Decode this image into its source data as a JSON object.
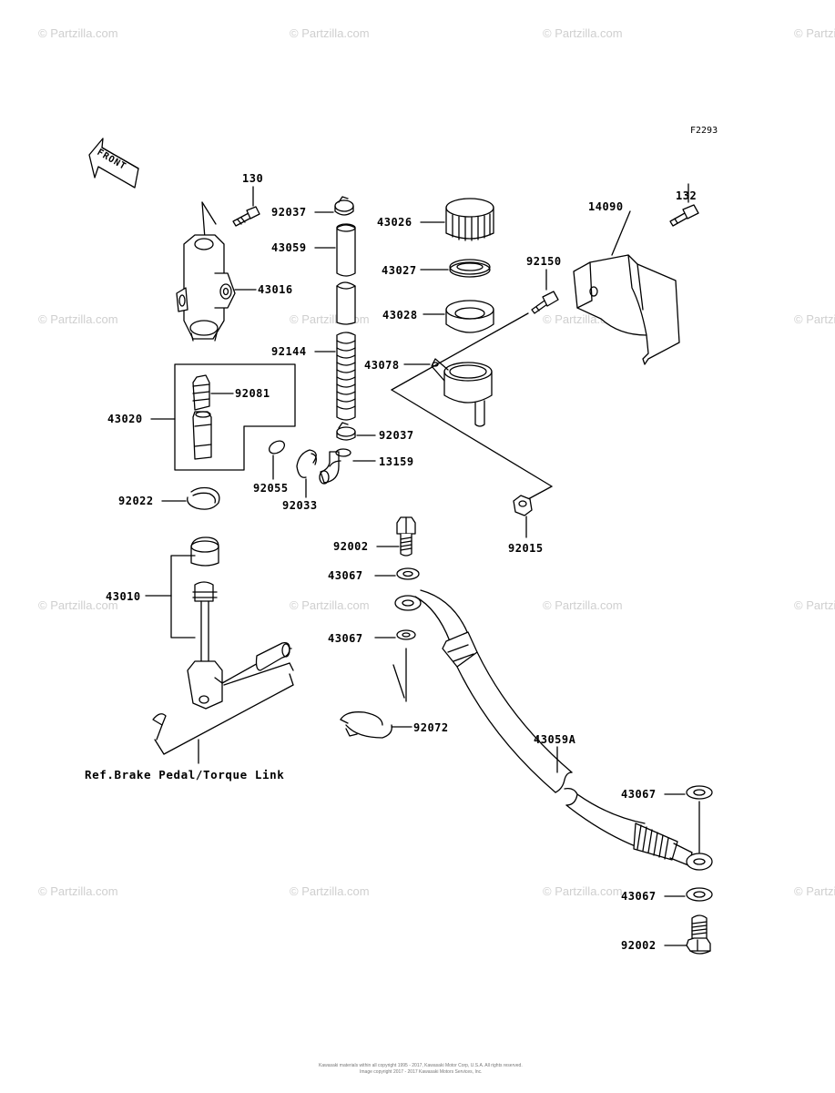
{
  "figure_code": "F2293",
  "front_label": "FRONT",
  "watermark_text": "© Partzilla.com",
  "reference_note": "Ref.Brake Pedal/Torque Link",
  "part_labels": {
    "p130": "130",
    "p92037_top": "92037",
    "p43026": "43026",
    "p132": "132",
    "p14090": "14090",
    "p43059": "43059",
    "p43027": "43027",
    "p92150": "92150",
    "p43016": "43016",
    "p43028": "43028",
    "p92144": "92144",
    "p43078": "43078",
    "p92081": "92081",
    "p43020": "43020",
    "p92037_bottom": "92037",
    "p13159": "13159",
    "p92055": "92055",
    "p92022": "92022",
    "p92033": "92033",
    "p92015": "92015",
    "p92002_top": "92002",
    "p43067_a": "43067",
    "p43010": "43010",
    "p43067_b": "43067",
    "p92072": "92072",
    "p43059A": "43059A",
    "p43067_c": "43067",
    "p43067_d": "43067",
    "p92002_bottom": "92002"
  },
  "copyright_line1": "Kawasaki materials within all copyright 1995 - 2017, Kawasaki Motor Corp, U.S.A. All rights reserved.",
  "copyright_line2": "Image copyright 2017 - 2017 Kawasaki Motors Services, Inc."
}
